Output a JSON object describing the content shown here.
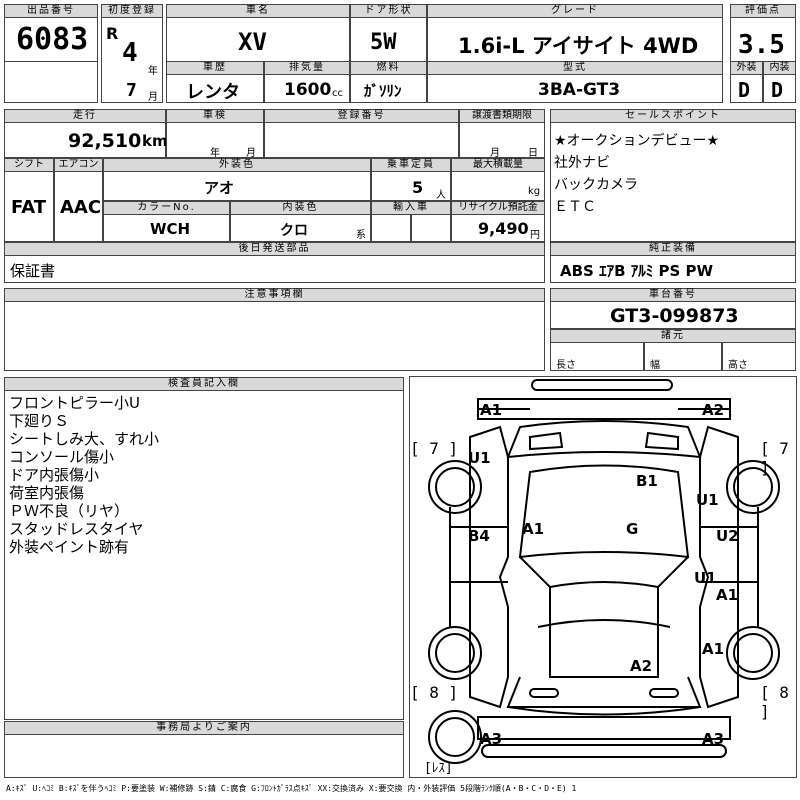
{
  "header": {
    "lot_no_label": "出品番号",
    "lot_no": "6083",
    "first_reg_label": "初度登録",
    "era": "R",
    "year": "4",
    "year_unit": "年",
    "month": "7",
    "month_unit": "月",
    "car_name_label": "車名",
    "car_name": "XV",
    "door_label": "ドア形状",
    "door": "5W",
    "grade_label": "グレード",
    "grade": "1.6i-L アイサイト 4WD",
    "score_label": "評価点",
    "score": "3.5",
    "history_label": "車歴",
    "history": "レンタ",
    "displacement_label": "排気量",
    "displacement": "1600",
    "displacement_unit": "cc",
    "fuel_label": "燃料",
    "fuel": "ｶﾞｿﾘﾝ",
    "model_label": "型式",
    "model": "3BA-GT3",
    "exterior_label": "外装",
    "exterior": "D",
    "interior_label": "内装",
    "interior": "D"
  },
  "row2": {
    "mileage_label": "走行",
    "mileage": "92,510",
    "mileage_unit": "km",
    "inspection_label": "車検",
    "year_unit": "年",
    "month_unit": "月",
    "reg_no_label": "登録番号",
    "transfer_label": "譲渡書類期限",
    "tr_month_unit": "月",
    "tr_day_unit": "日",
    "shift_label": "シフト",
    "shift": "FAT",
    "ac_label": "エアコン",
    "ac": "AAC",
    "color_label": "外装色",
    "color": "アオ",
    "capacity_label": "乗車定員",
    "capacity": "5",
    "capacity_unit": "人",
    "load_label": "最大積載量",
    "load_unit": "kg",
    "color_no_label": "カラーNo.",
    "color_no": "WCH",
    "interior_color_label": "内装色",
    "interior_color": "クロ",
    "interior_color_unit": "系",
    "import_label": "輸入車",
    "recycle_label": "リサイクル預託金",
    "recycle": "9,490",
    "recycle_unit": "円",
    "later_parts_label": "後日発送部品",
    "later_parts": "保証書",
    "notes_label": "注意事項欄"
  },
  "sales": {
    "label": "セールスポイント",
    "items": [
      "★オークションデビュー★",
      "社外ナビ",
      "バックカメラ",
      "ＥＴＣ"
    ]
  },
  "equipment": {
    "label": "純正装備",
    "items": "ABS ｴｱB ｱﾙﾐ PS PW"
  },
  "chassis": {
    "label": "車台番号",
    "value": "GT3-099873"
  },
  "specs": {
    "label": "諸元",
    "length": "長さ",
    "width": "幅",
    "height": "高さ"
  },
  "inspector": {
    "label": "検査員記入欄",
    "lines": [
      "フロントピラー小U",
      "下廻りＳ",
      "シートしみ大、すれ小",
      "コンソール傷小",
      "ドア内張傷小",
      "荷室内張傷",
      "ＰＷ不良（リヤ）",
      "スタッドレスタイヤ",
      "外装ペイント跡有"
    ]
  },
  "office": {
    "label": "事務局よりご案内"
  },
  "diagram": {
    "marks": [
      "A1",
      "A2",
      "U1",
      "B1",
      "U1",
      "A1",
      "G",
      "B4",
      "U2",
      "U1",
      "A1",
      "A1",
      "A2",
      "A3",
      "A3"
    ],
    "brackets": [
      "[ 7 ]",
      "[ 7 ]",
      "[ 8 ]",
      "[ 8 ]",
      "[ﾚｽ]"
    ]
  },
  "legend": "A:ｷｽﾞ U:ﾍｺﾐ B:ｷｽﾞを伴うﾍｺﾐ P:要塗装 W:補修跡 S:錆 C:腐食 G:ﾌﾛﾝﾄｶﾞﾗｽ点ｷｽﾞ XX:交換済み X:要交換 内・外装評価 5段階ﾗﾝｸ順(A・B・C・D・E) 1"
}
